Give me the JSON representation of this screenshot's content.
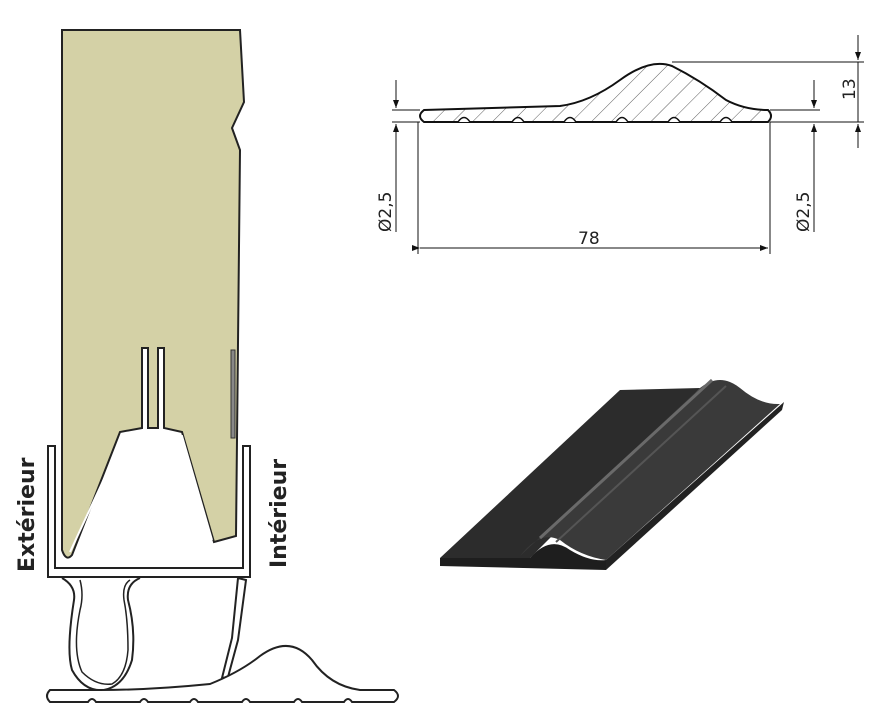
{
  "left_diagram": {
    "label_exterior": "Extérieur",
    "label_interior": "Intérieur",
    "panel_color": "#d4d1a6"
  },
  "section_drawing": {
    "width_dimension": "78",
    "height_dimension": "13",
    "left_diameter": "Ø2,5",
    "right_diameter": "Ø2,5"
  },
  "render_3d": {
    "color": "#2e2e2e"
  }
}
